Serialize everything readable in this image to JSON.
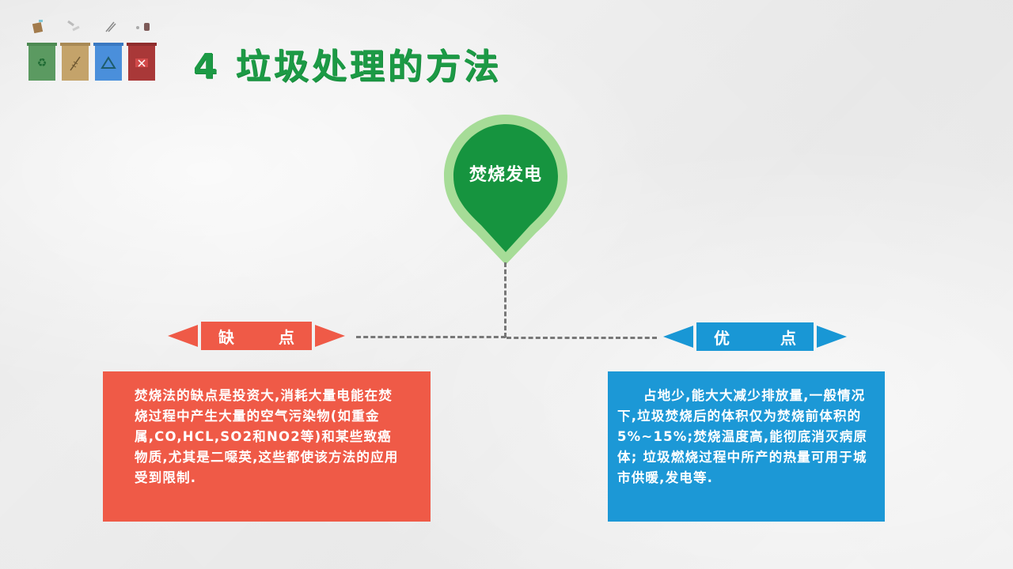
{
  "header": {
    "title": "4 垃圾处理的方法"
  },
  "decor": {
    "bins": [
      {
        "name": "recyclable-bin",
        "color": "#5b9a61",
        "symbol": "♻"
      },
      {
        "name": "kitchen-waste-bin",
        "color": "#c4a36a",
        "symbol": "⚲"
      },
      {
        "name": "other-waste-bin",
        "color": "#4a8fdb",
        "symbol": "♲"
      },
      {
        "name": "hazardous-waste-bin",
        "color": "#a93838",
        "symbol": "✕"
      }
    ]
  },
  "center_node": {
    "label": "焚烧发电",
    "color": "#16943f",
    "ring_color": "#a6dc97"
  },
  "cons": {
    "tag_left": "缺",
    "tag_right": "点",
    "color": "#ef5a47",
    "text": "焚烧法的缺点是投资大,消耗大量电能在焚烧过程中产生大量的空气污染物(如重金属,CO,HCL,SO2和NO2等)和某些致癌物质,尤其是二噁英,这些都使该方法的应用受到限制."
  },
  "pros": {
    "tag_left": "优",
    "tag_right": "点",
    "color": "#1c98d6",
    "text": "占地少,能大大减少排放量,一般情况下,垃圾焚烧后的体积仅为焚烧前体积的5%~15%;焚烧温度高,能彻底消灭病原体; 垃圾燃烧过程中所产的热量可用于城市供暖,发电等."
  }
}
